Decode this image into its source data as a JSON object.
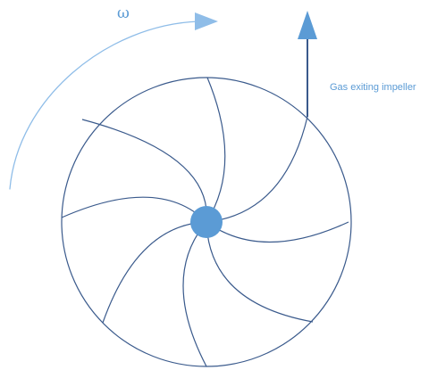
{
  "labels": {
    "rotation_symbol": "ω",
    "exit_flow": "Gas exiting impeller"
  },
  "colors": {
    "casing_stroke": "#3a5a8c",
    "blade_stroke": "#3a5a8c",
    "hub_fill": "#5b9bd5",
    "rotation_arrow": "#8fbde8",
    "exit_arrow": "#3a5a8c",
    "exit_arrowhead": "#5b9bd5",
    "rotation_label": "#5b9bd5",
    "exit_label": "#5b9bd5"
  },
  "impeller": {
    "blade_count": 8
  }
}
